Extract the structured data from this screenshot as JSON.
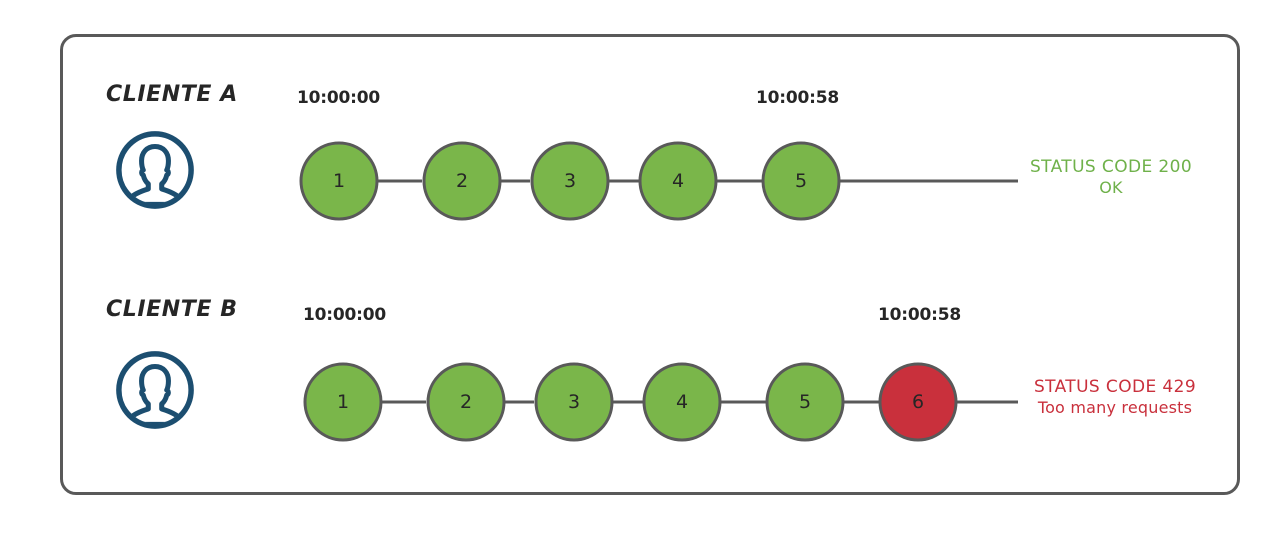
{
  "diagram": {
    "title_visible": false,
    "colors": {
      "frame_border": "#595959",
      "success_fill": "#7AB64A",
      "success_text": "#6FB14A",
      "error_fill": "#C9303C",
      "error_text": "#C9303C",
      "node_stroke": "#595959",
      "connector": "#595959",
      "avatar": "#1C4E70",
      "label_text": "#262626"
    }
  },
  "rows": [
    {
      "id": "cliente-a",
      "label": "CLIENTE A",
      "avatar_icon": "user-avatar-icon",
      "start_time": "10:00:00",
      "end_time": "10:00:58",
      "nodes": [
        {
          "num": "1",
          "state": "success"
        },
        {
          "num": "2",
          "state": "success"
        },
        {
          "num": "3",
          "state": "success"
        },
        {
          "num": "4",
          "state": "success"
        },
        {
          "num": "5",
          "state": "success"
        }
      ],
      "status": {
        "line1": "STATUS CODE 200",
        "line2": "OK",
        "kind": "ok"
      }
    },
    {
      "id": "cliente-b",
      "label": "CLIENTE B",
      "avatar_icon": "user-avatar-icon",
      "start_time": "10:00:00",
      "end_time": "10:00:58",
      "nodes": [
        {
          "num": "1",
          "state": "success"
        },
        {
          "num": "2",
          "state": "success"
        },
        {
          "num": "3",
          "state": "success"
        },
        {
          "num": "4",
          "state": "success"
        },
        {
          "num": "5",
          "state": "success"
        },
        {
          "num": "6",
          "state": "error"
        }
      ],
      "status": {
        "line1": "STATUS CODE 429",
        "line2": "Too many requests",
        "kind": "error"
      }
    }
  ]
}
